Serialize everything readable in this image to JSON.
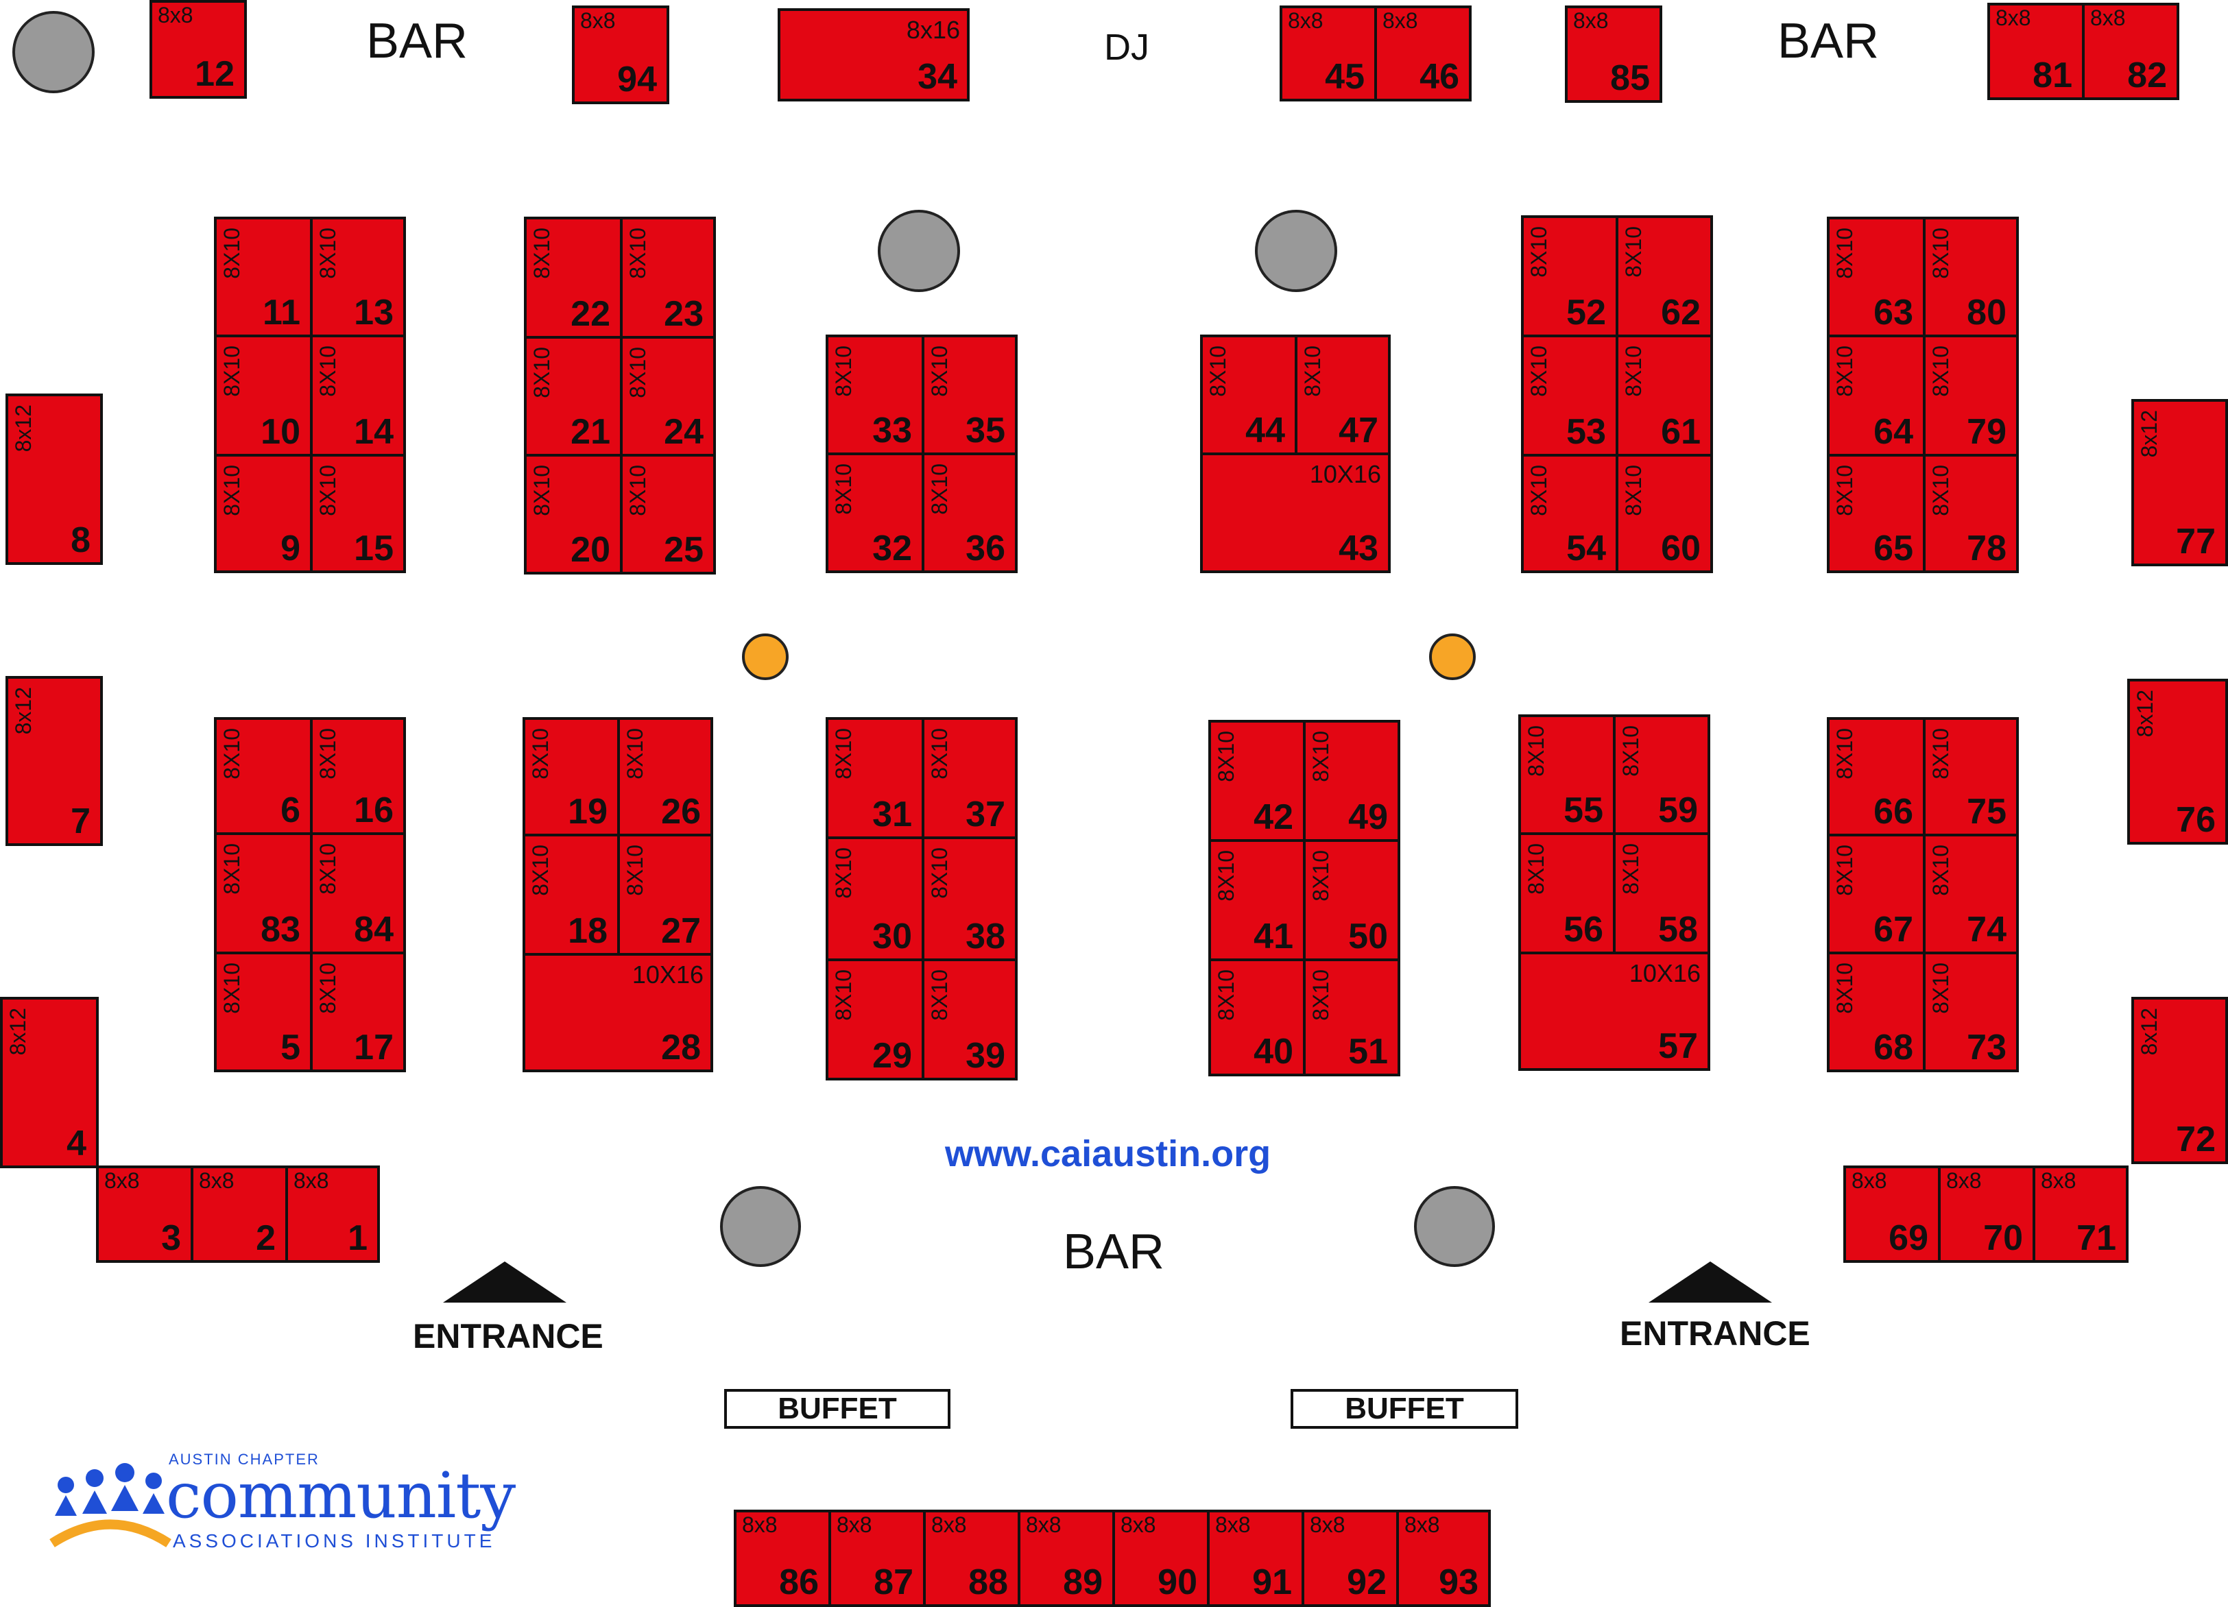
{
  "labels": {
    "bar_top_left": "BAR",
    "bar_top_right": "BAR",
    "bar_bottom": "BAR",
    "dj": "DJ",
    "entrance_left": "ENTRANCE",
    "entrance_right": "ENTRANCE",
    "buffet_left": "BUFFET",
    "buffet_right": "BUFFET",
    "website": "www.caiaustin.org"
  },
  "logo": {
    "chapter": "AUSTIN CHAPTER",
    "word": "community",
    "institute": "ASSOCIATIONS INSTITUTE"
  },
  "colors": {
    "booth": "#e30613",
    "pillar": "#999999",
    "small_pillar": "#f7a526",
    "brand_blue": "#1f4fd6"
  },
  "booths": [
    {
      "number": "12",
      "size": "8x8"
    },
    {
      "number": "94",
      "size": "8x8"
    },
    {
      "number": "34",
      "size": "8x16"
    },
    {
      "number": "45",
      "size": "8x8"
    },
    {
      "number": "46",
      "size": "8x8"
    },
    {
      "number": "85",
      "size": "8x8"
    },
    {
      "number": "81",
      "size": "8x8"
    },
    {
      "number": "82",
      "size": "8x8"
    },
    {
      "number": "11",
      "size": "8X10"
    },
    {
      "number": "13",
      "size": "8X10"
    },
    {
      "number": "10",
      "size": "8X10"
    },
    {
      "number": "14",
      "size": "8X10"
    },
    {
      "number": "9",
      "size": "8X10"
    },
    {
      "number": "15",
      "size": "8X10"
    },
    {
      "number": "22",
      "size": "8X10"
    },
    {
      "number": "23",
      "size": "8X10"
    },
    {
      "number": "21",
      "size": "8X10"
    },
    {
      "number": "24",
      "size": "8X10"
    },
    {
      "number": "20",
      "size": "8X10"
    },
    {
      "number": "25",
      "size": "8X10"
    },
    {
      "number": "33",
      "size": "8X10"
    },
    {
      "number": "35",
      "size": "8X10"
    },
    {
      "number": "32",
      "size": "8X10"
    },
    {
      "number": "36",
      "size": "8X10"
    },
    {
      "number": "44",
      "size": "8X10"
    },
    {
      "number": "47",
      "size": "8X10"
    },
    {
      "number": "43",
      "size": "10X16"
    },
    {
      "number": "52",
      "size": "8X10"
    },
    {
      "number": "62",
      "size": "8X10"
    },
    {
      "number": "53",
      "size": "8X10"
    },
    {
      "number": "61",
      "size": "8X10"
    },
    {
      "number": "54",
      "size": "8X10"
    },
    {
      "number": "60",
      "size": "8X10"
    },
    {
      "number": "63",
      "size": "8X10"
    },
    {
      "number": "80",
      "size": "8X10"
    },
    {
      "number": "64",
      "size": "8X10"
    },
    {
      "number": "79",
      "size": "8X10"
    },
    {
      "number": "65",
      "size": "8X10"
    },
    {
      "number": "78",
      "size": "8X10"
    },
    {
      "number": "8",
      "size": "8x12"
    },
    {
      "number": "7",
      "size": "8x12"
    },
    {
      "number": "4",
      "size": "8x12"
    },
    {
      "number": "77",
      "size": "8x12"
    },
    {
      "number": "76",
      "size": "8x12"
    },
    {
      "number": "72",
      "size": "8x12"
    },
    {
      "number": "6",
      "size": "8X10"
    },
    {
      "number": "16",
      "size": "8X10"
    },
    {
      "number": "83",
      "size": "8X10"
    },
    {
      "number": "84",
      "size": "8X10"
    },
    {
      "number": "5",
      "size": "8X10"
    },
    {
      "number": "17",
      "size": "8X10"
    },
    {
      "number": "19",
      "size": "8X10"
    },
    {
      "number": "26",
      "size": "8X10"
    },
    {
      "number": "18",
      "size": "8X10"
    },
    {
      "number": "27",
      "size": "8X10"
    },
    {
      "number": "28",
      "size": "10X16"
    },
    {
      "number": "31",
      "size": "8X10"
    },
    {
      "number": "37",
      "size": "8X10"
    },
    {
      "number": "30",
      "size": "8X10"
    },
    {
      "number": "38",
      "size": "8X10"
    },
    {
      "number": "29",
      "size": "8X10"
    },
    {
      "number": "39",
      "size": "8X10"
    },
    {
      "number": "42",
      "size": "8X10"
    },
    {
      "number": "49",
      "size": "8X10"
    },
    {
      "number": "41",
      "size": "8X10"
    },
    {
      "number": "50",
      "size": "8X10"
    },
    {
      "number": "40",
      "size": "8X10"
    },
    {
      "number": "51",
      "size": "8X10"
    },
    {
      "number": "55",
      "size": "8X10"
    },
    {
      "number": "59",
      "size": "8X10"
    },
    {
      "number": "56",
      "size": "8X10"
    },
    {
      "number": "58",
      "size": "8X10"
    },
    {
      "number": "57",
      "size": "10X16"
    },
    {
      "number": "66",
      "size": "8X10"
    },
    {
      "number": "75",
      "size": "8X10"
    },
    {
      "number": "67",
      "size": "8X10"
    },
    {
      "number": "74",
      "size": "8X10"
    },
    {
      "number": "68",
      "size": "8X10"
    },
    {
      "number": "73",
      "size": "8X10"
    },
    {
      "number": "3",
      "size": "8x8"
    },
    {
      "number": "2",
      "size": "8x8"
    },
    {
      "number": "1",
      "size": "8x8"
    },
    {
      "number": "69",
      "size": "8x8"
    },
    {
      "number": "70",
      "size": "8x8"
    },
    {
      "number": "71",
      "size": "8x8"
    },
    {
      "number": "86",
      "size": "8x8"
    },
    {
      "number": "87",
      "size": "8x8"
    },
    {
      "number": "88",
      "size": "8x8"
    },
    {
      "number": "89",
      "size": "8x8"
    },
    {
      "number": "90",
      "size": "8x8"
    },
    {
      "number": "91",
      "size": "8x8"
    },
    {
      "number": "92",
      "size": "8x8"
    },
    {
      "number": "93",
      "size": "8x8"
    }
  ]
}
